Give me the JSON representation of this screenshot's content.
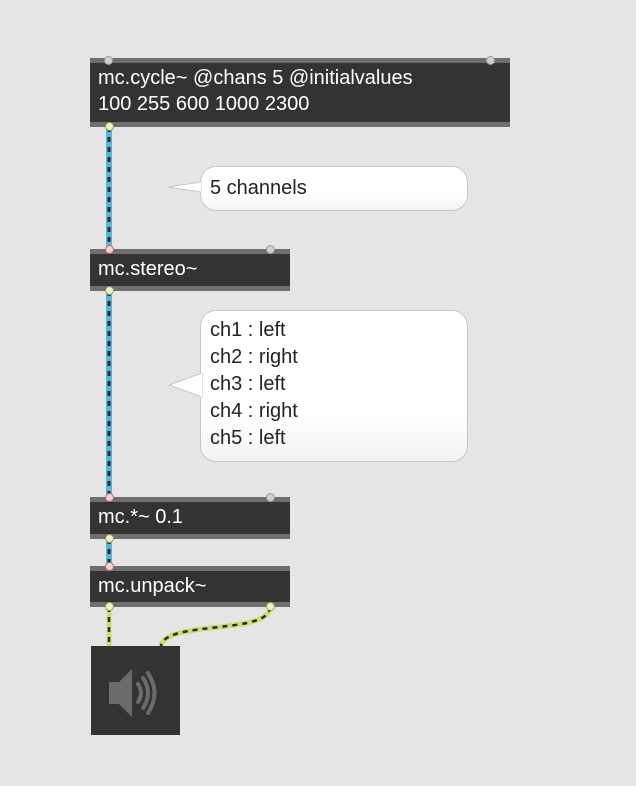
{
  "patcher": {
    "objects": {
      "cycle": {
        "text_line1": "mc.cycle~ @chans 5 @initialvalues",
        "text_line2": "100 255 600 1000 2300"
      },
      "stereo": {
        "text": "mc.stereo~"
      },
      "times": {
        "text": "mc.*~ 0.1"
      },
      "unpack": {
        "text": "mc.unpack~"
      }
    },
    "comments": {
      "channels": {
        "text": "5 channels"
      },
      "mapping": {
        "lines": [
          "ch1 : left",
          "ch2 : right",
          "ch3 : left",
          "ch4 : right",
          "ch5 : left"
        ]
      }
    },
    "dac": {
      "icon": "speaker-icon"
    },
    "colors": {
      "canvas": "#e5e5e5",
      "object_bg": "#333333",
      "object_border": "#6e6e6e",
      "mc_cord": "#5ab4dc",
      "signal_cord": "#c8e070",
      "cord_dash": "#2b2b2b"
    }
  }
}
